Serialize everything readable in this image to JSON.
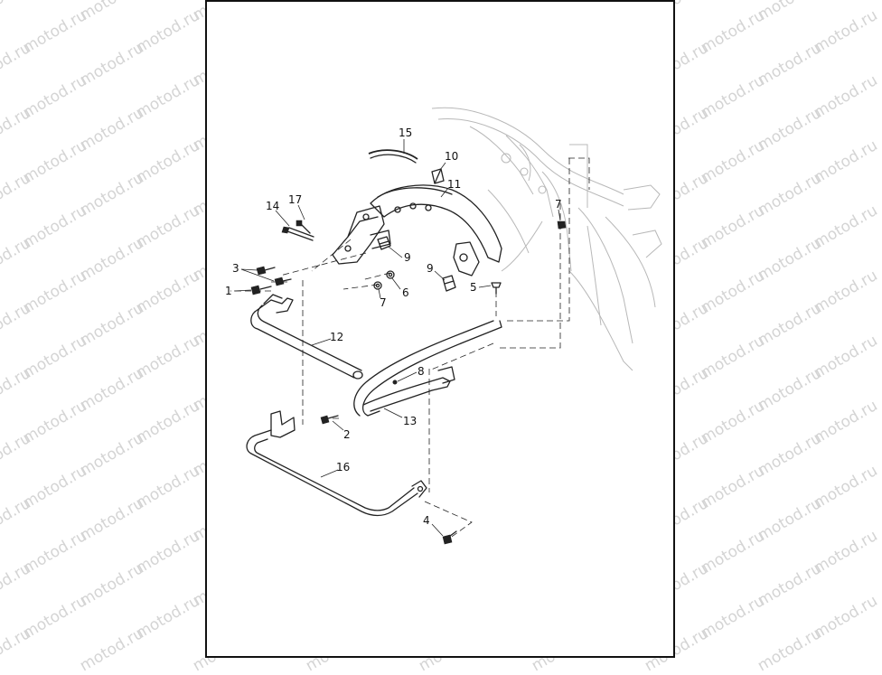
{
  "watermark": {
    "text": "motod.ru"
  },
  "callouts": [
    {
      "id": "c1",
      "label": "1"
    },
    {
      "id": "c2",
      "label": "2"
    },
    {
      "id": "c3",
      "label": "3"
    },
    {
      "id": "c4",
      "label": "4"
    },
    {
      "id": "c5",
      "label": "5"
    },
    {
      "id": "c6",
      "label": "6"
    },
    {
      "id": "c7a",
      "label": "7"
    },
    {
      "id": "c7b",
      "label": "7"
    },
    {
      "id": "c8",
      "label": "8"
    },
    {
      "id": "c9a",
      "label": "9"
    },
    {
      "id": "c9b",
      "label": "9"
    },
    {
      "id": "c10",
      "label": "10"
    },
    {
      "id": "c11",
      "label": "11"
    },
    {
      "id": "c12",
      "label": "12"
    },
    {
      "id": "c13",
      "label": "13"
    },
    {
      "id": "c14",
      "label": "14"
    },
    {
      "id": "c15",
      "label": "15"
    },
    {
      "id": "c16",
      "label": "16"
    },
    {
      "id": "c17",
      "label": "17"
    }
  ]
}
